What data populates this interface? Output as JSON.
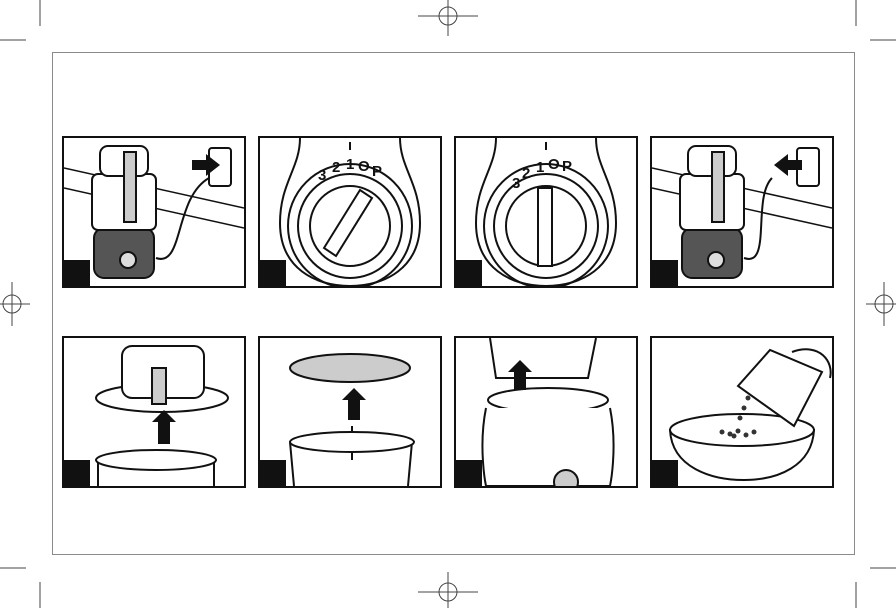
{
  "document": {
    "type": "instruction-figure-sheet",
    "panels": [
      {
        "id": "panel-1",
        "depicts": "unit-plugged-in-outlet"
      },
      {
        "id": "panel-2",
        "depicts": "dial-on-speed"
      },
      {
        "id": "panel-3",
        "depicts": "dial-off-position"
      },
      {
        "id": "panel-4",
        "depicts": "unit-unplugged-outlet"
      },
      {
        "id": "panel-5",
        "depicts": "lift-lid-off-bowl"
      },
      {
        "id": "panel-6",
        "depicts": "lift-disc-off-shaft"
      },
      {
        "id": "panel-7",
        "depicts": "lift-bowl-off-base"
      },
      {
        "id": "panel-8",
        "depicts": "pour-into-bowl"
      }
    ],
    "dial_labels": [
      "3",
      "2",
      "1",
      "O",
      "P"
    ],
    "colors": {
      "line": "#111111",
      "frame": "#8a8a8a",
      "paper": "#ffffff"
    }
  }
}
